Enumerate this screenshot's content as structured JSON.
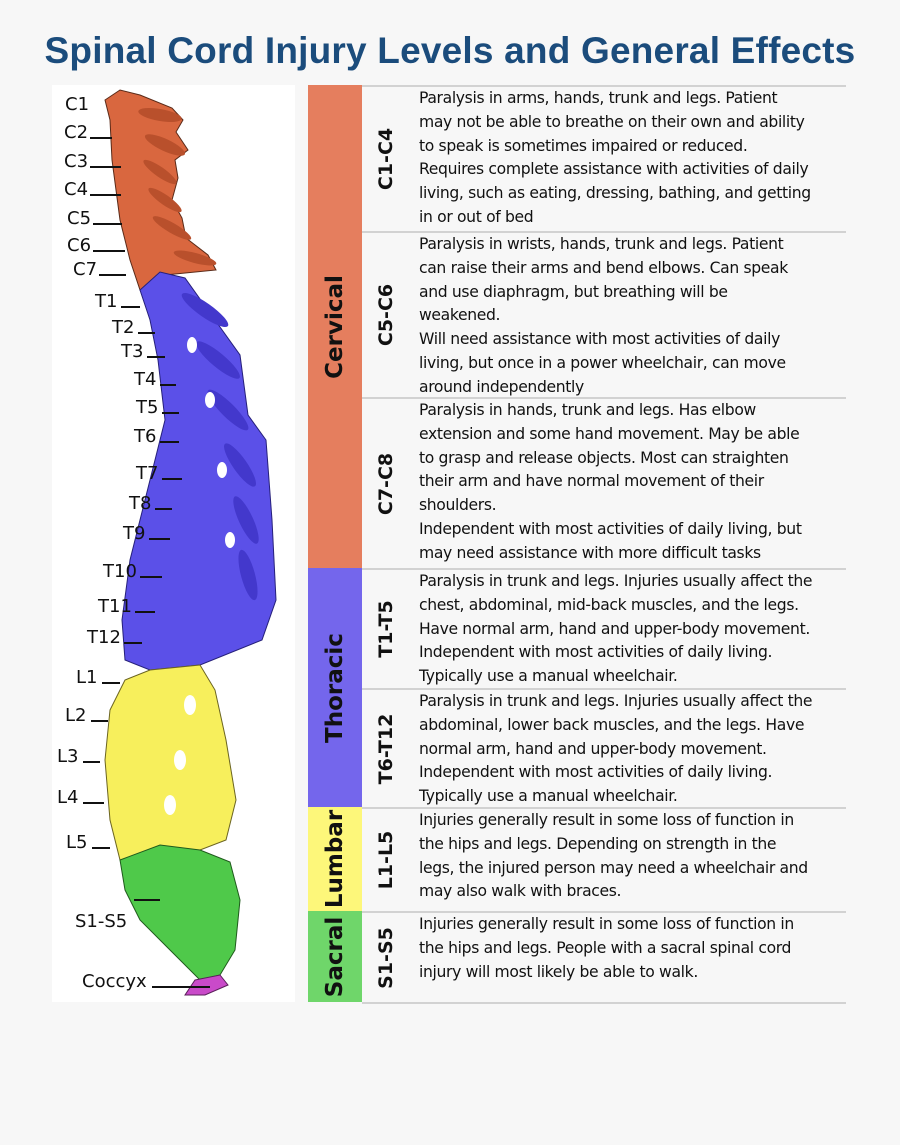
{
  "title": "Spinal Cord Injury Levels and General Effects",
  "colors": {
    "title": "#1b4c7c",
    "cervical": "#e57e5e",
    "thoracic": "#7466ec",
    "lumbar": "#fdf77a",
    "sacral": "#6fd66a",
    "coccyx": "#c94ac9"
  },
  "spine_labels": [
    "C1",
    "C2",
    "C3",
    "C4",
    "C5",
    "C6",
    "C7",
    "T1",
    "T2",
    "T3",
    "T4",
    "T5",
    "T6",
    "T7",
    "T8",
    "T9",
    "T10",
    "T11",
    "T12",
    "L1",
    "L2",
    "L3",
    "L4",
    "L5",
    "S1-S5",
    "Coccyx"
  ],
  "regions": [
    {
      "label": "Cervical",
      "color": "#e57e5e"
    },
    {
      "label": "Thoracic",
      "color": "#7466ec"
    },
    {
      "label": "Lumbar",
      "color": "#fdf77a"
    },
    {
      "label": "Sacral",
      "color": "#6fd66a"
    }
  ],
  "rows": [
    {
      "level": "C1-C4",
      "lines": [
        "Paralysis in arms, hands, trunk and legs. Patient",
        "may not be able to breathe on their own and ability",
        "to speak is sometimes impaired or reduced.",
        "Requires complete assistance with activities of daily",
        "living, such as eating, dressing, bathing, and getting",
        "in or out of bed"
      ]
    },
    {
      "level": "C5-C6",
      "lines": [
        "Paralysis in wrists, hands, trunk and legs. Patient",
        "can raise their arms and bend elbows. Can speak",
        "and use diaphragm, but breathing will be",
        "weakened.",
        "Will need assistance with most activities of daily",
        "living, but once in a power wheelchair, can move",
        "around independently"
      ]
    },
    {
      "level": "C7-C8",
      "lines": [
        "Paralysis in hands, trunk and legs. Has elbow",
        "extension and some hand movement. May be able",
        "to grasp and release objects. Most can straighten",
        "their arm and have normal movement of their",
        "shoulders.",
        "Independent with most activities of daily living, but",
        "may need assistance with more difficult tasks"
      ]
    },
    {
      "level": "T1-T5",
      "lines": [
        "Paralysis in trunk and legs. Injuries usually affect the",
        "chest, abdominal, mid-back muscles, and the legs.",
        "Have normal arm, hand and upper-body movement.",
        "Independent with most activities of daily living.",
        "Typically use a manual wheelchair."
      ]
    },
    {
      "level": "T6-T12",
      "lines": [
        "Paralysis in trunk and legs. Injuries usually affect the",
        "abdominal, lower back muscles, and the legs. Have",
        "normal arm, hand and upper-body movement.",
        "Independent with most activities of daily living.",
        "Typically use a manual wheelchair."
      ]
    },
    {
      "level": "L1-L5",
      "lines": [
        "Injuries generally result in some loss of function in",
        "the hips and legs. Depending on strength in the",
        "legs, the injured person may need a wheelchair and",
        "may also walk with braces."
      ]
    },
    {
      "level": "S1-S5",
      "lines": [
        "Injuries generally result in some loss of function in",
        "the hips and legs. People with a sacral spinal cord",
        "injury will most likely be able to walk."
      ]
    }
  ]
}
